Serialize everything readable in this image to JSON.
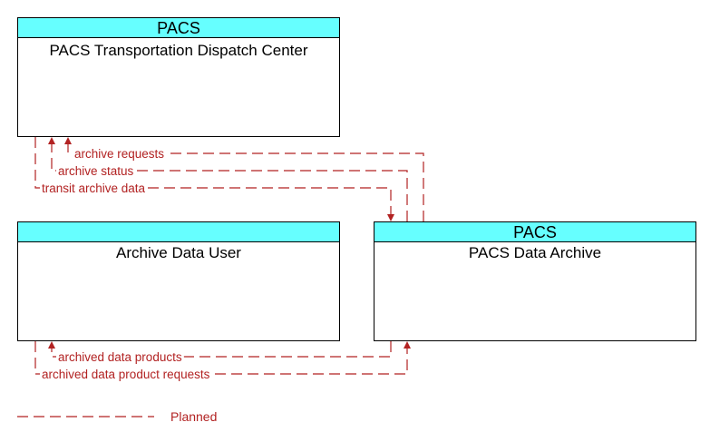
{
  "nodes": {
    "dispatch_center": {
      "header": "PACS",
      "name": "PACS Transportation Dispatch Center"
    },
    "archive_user": {
      "header": "",
      "name": "Archive Data User"
    },
    "data_archive": {
      "header": "PACS",
      "name": "PACS Data Archive"
    }
  },
  "flows": {
    "archive_requests": "archive requests",
    "archive_status": "archive status",
    "transit_archive_data": "transit archive data",
    "archived_data_products": "archived data products",
    "archived_data_product_requests": "archived data product requests"
  },
  "legend": {
    "planned_label": "Planned"
  },
  "colors": {
    "header_fill": "#66ffff",
    "flow_color": "#b22222"
  }
}
